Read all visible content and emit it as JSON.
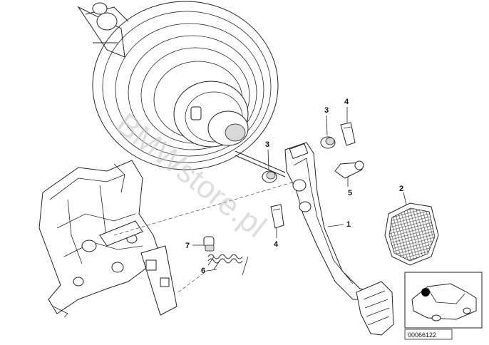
{
  "callouts": {
    "c1": "1",
    "c2": "2",
    "c3a": "3",
    "c3b": "3",
    "c4a": "4",
    "c4b": "4",
    "c5": "5",
    "c6": "6",
    "c7": "7"
  },
  "watermark": "BMWstore.pl",
  "document_id": "00066122",
  "colors": {
    "line": "#222222",
    "watermark": "#c4c4c4",
    "locator_dot": "#000000"
  }
}
